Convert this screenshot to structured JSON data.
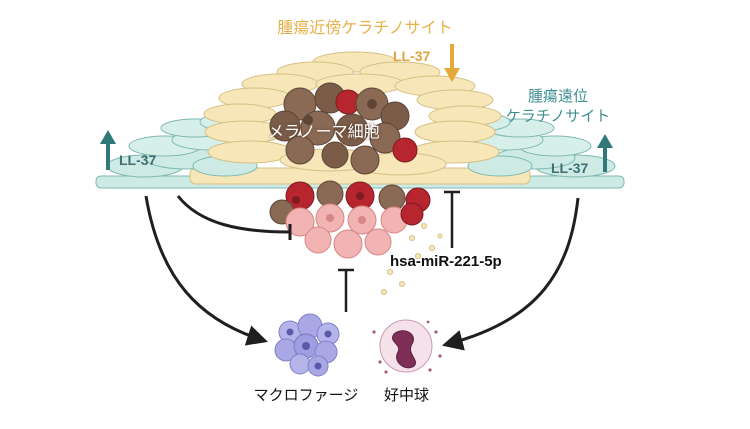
{
  "labels": {
    "proximal_keratinocytes": "腫瘍近傍ケラチノサイト",
    "ll37_proximal": "LL-37",
    "distal_keratinocytes_line1": "腫瘍遠位",
    "distal_keratinocytes_line2": "ケラチノサイト",
    "ll37_distal_left": "LL-37",
    "ll37_distal_right": "LL-37",
    "melanoma_cells": "メラノーマ細胞",
    "mirna": "hsa-miR-221-5p",
    "macrophage": "マクロファージ",
    "neutrophil": "好中球"
  },
  "colors": {
    "proximal_keratinocyte": "#f6e6b8",
    "distal_keratinocyte": "#cdeae4",
    "melanoma_brown": "#8a6a55",
    "melanoma_red": "#b7262f",
    "tumor_pink": "#f2b3b3",
    "macrophage": "#9f9ee0",
    "neutrophil": "#f4e1ea",
    "arrow_up_teal": "#2f7a78",
    "arrow_down_orange": "#e5a83a",
    "arrow_dark": "#1f1f1f"
  }
}
